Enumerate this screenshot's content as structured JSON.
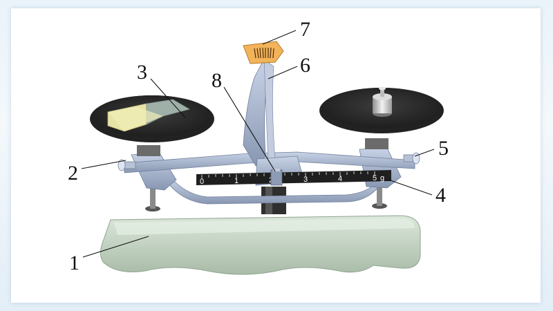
{
  "diagram": {
    "callouts": [
      "1",
      "2",
      "3",
      "4",
      "5",
      "6",
      "7",
      "8"
    ],
    "scale_numbers": [
      "0",
      "1",
      "2",
      "3",
      "4",
      "5"
    ],
    "scale_unit": "g"
  },
  "colors": {
    "base": "#c8d9c7",
    "metal": "#a9b6cf",
    "metal_dark": "#7f8ea9",
    "pan": "#3a3a3a",
    "pointer_plate": "#f2b35a",
    "ruler": "#1f1f1f",
    "block": "#e7e3a6"
  }
}
